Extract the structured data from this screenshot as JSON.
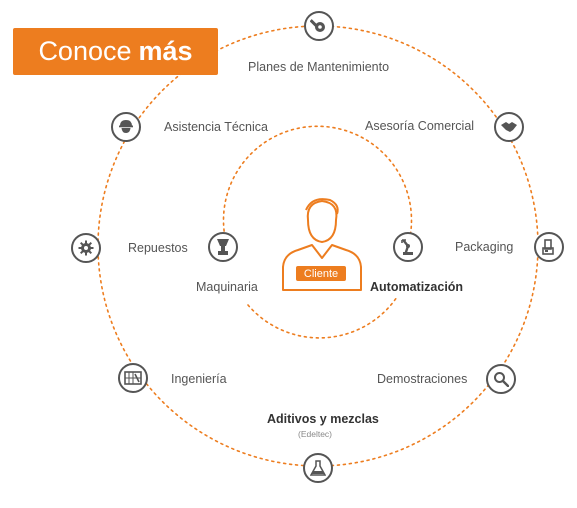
{
  "cta": {
    "light": "Conoce",
    "bold": "más"
  },
  "center": {
    "label": "Cliente"
  },
  "inner": {
    "maquinaria": "Maquinaria",
    "automatizacion": "Automatización"
  },
  "outer": {
    "planes": "Planes de Mantenimiento",
    "asesoria": "Asesoría Comercial",
    "packaging": "Packaging",
    "demostraciones": "Demostraciones",
    "aditivos": "Aditivos y mezclas",
    "aditivos_sub": "(Edeltec)",
    "ingenieria": "Ingeniería",
    "repuestos": "Repuestos",
    "asistencia": "Asistencia Técnica"
  },
  "colors": {
    "accent": "#ed7d1f",
    "icon": "#555555"
  },
  "icons": {
    "planes": "wrench-gear-icon",
    "asesoria": "handshake-icon",
    "packaging": "package-icon",
    "demostraciones": "magnifier-icon",
    "aditivos": "flask-icon",
    "ingenieria": "blueprint-icon",
    "repuestos": "gear-icon",
    "asistencia": "worker-helmet-icon",
    "maquinaria": "machine-icon",
    "automatizacion": "robot-arm-icon",
    "cliente": "person-icon"
  }
}
